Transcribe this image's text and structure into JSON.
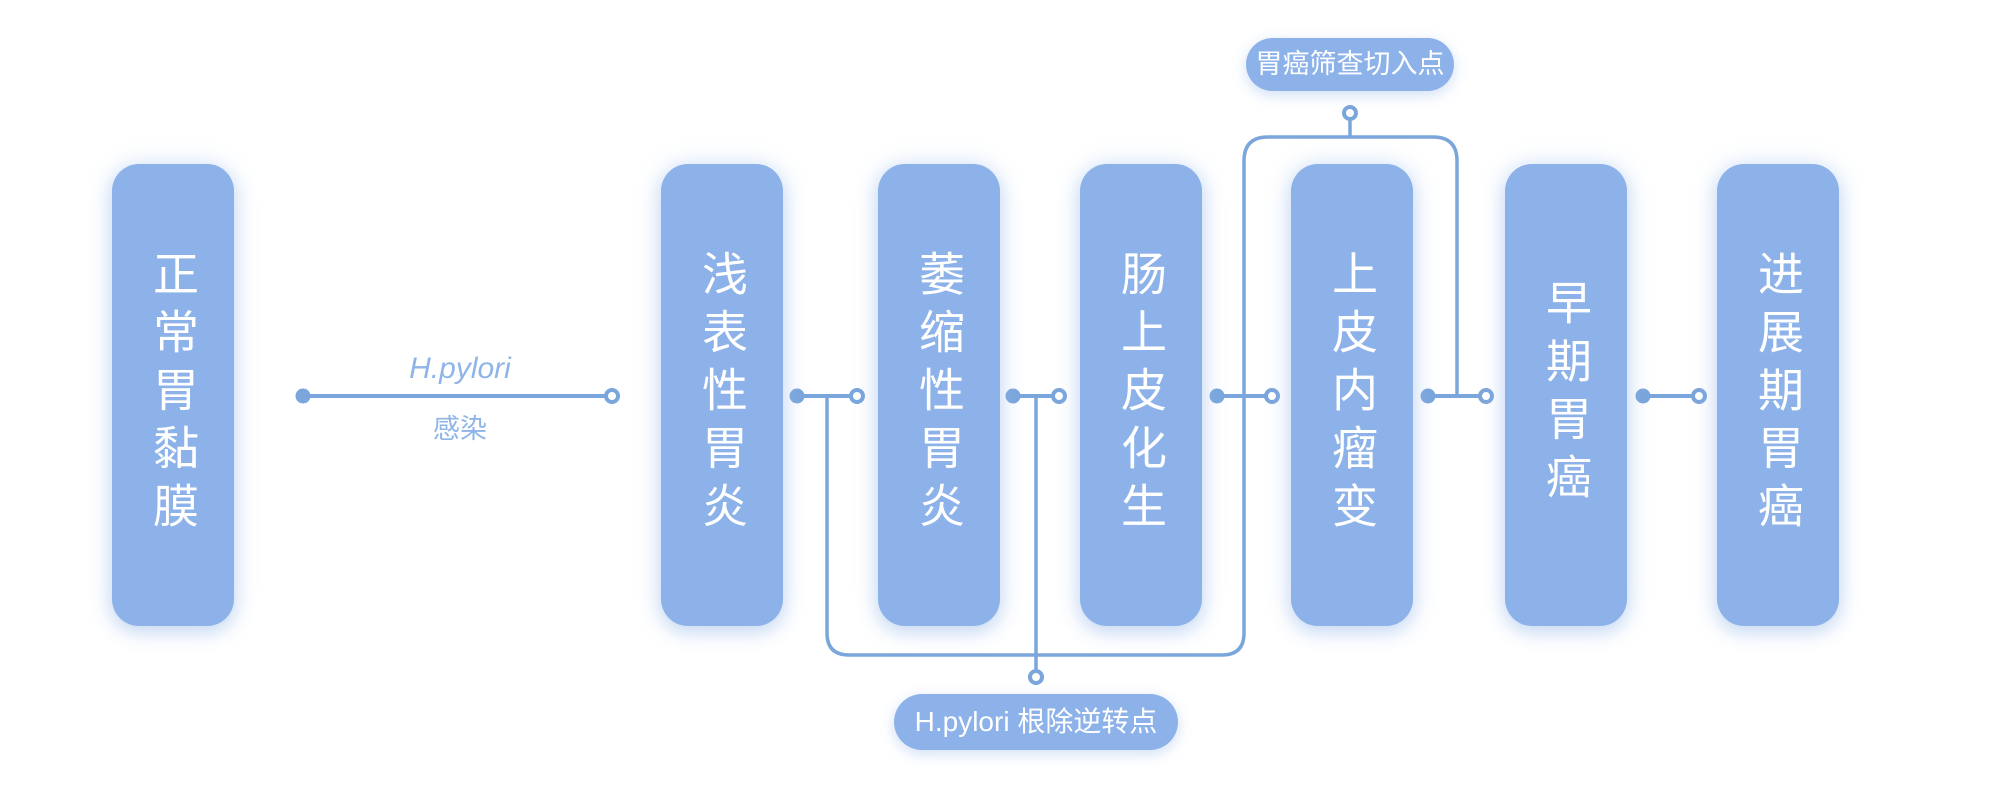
{
  "diagram": {
    "stages": [
      "正常胃黏膜",
      "浅表性胃炎",
      "萎缩性胃炎",
      "肠上皮化生",
      "上皮内瘤变",
      "早期胃癌",
      "进展期胃癌"
    ],
    "edge_label": {
      "line1": "H.pylori",
      "line2": "感染"
    },
    "annotations": {
      "screening_entry": "胃癌筛查切入点",
      "eradication_reversal": "H.pylori 根除逆转点"
    },
    "colors": {
      "node_fill": "#8CB2E9",
      "connector_stroke": "#7AA6DC",
      "edge_label_text": "#8FB5E8",
      "node_text": "#FFFFFF",
      "background": "#FFFFFF"
    }
  }
}
